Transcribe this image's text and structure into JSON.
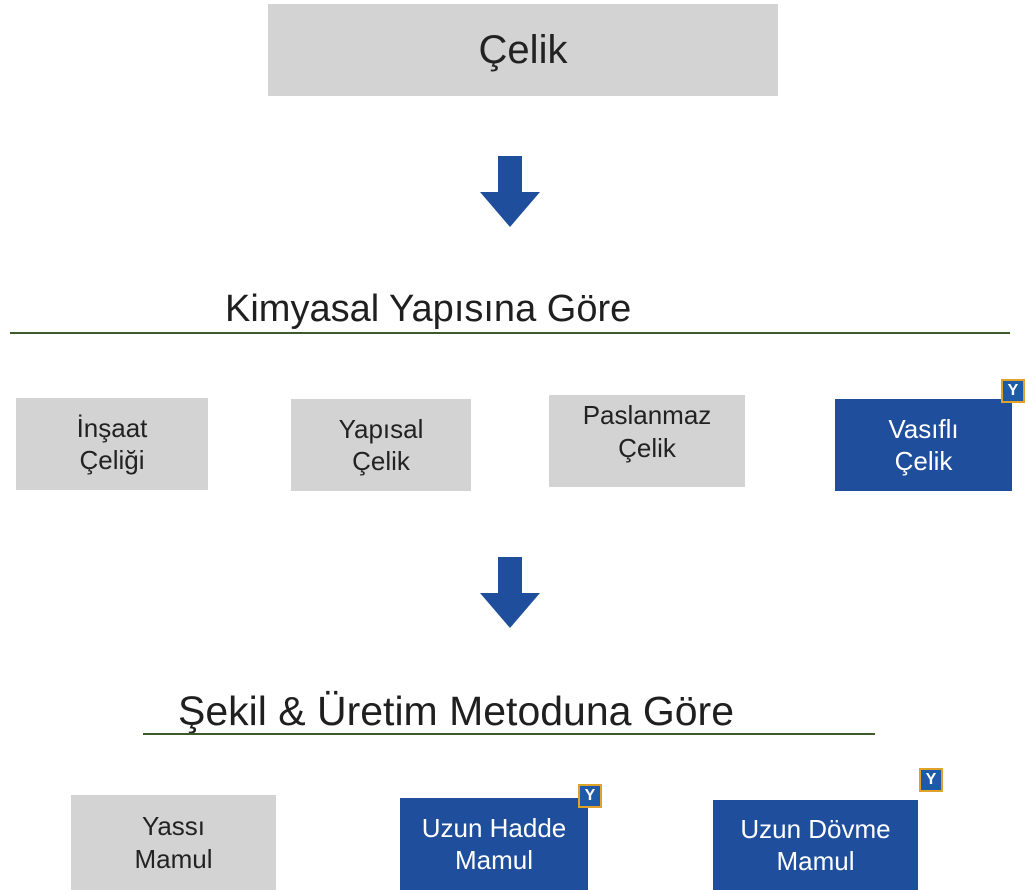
{
  "top": {
    "label": "Çelik"
  },
  "section1": {
    "title": "Kimyasal Yapısına Göre"
  },
  "chemical_types": [
    {
      "line1": "İnşaat",
      "line2": "Çeliği"
    },
    {
      "line1": "Yapısal",
      "line2": "Çelik"
    },
    {
      "line1": "Paslanmaz",
      "line2": "Çelik"
    },
    {
      "line1": "Vasıflı",
      "line2": "Çelik"
    }
  ],
  "section2": {
    "title": "Şekil & Üretim Metoduna Göre"
  },
  "product_types": [
    {
      "line1": "Yassı",
      "line2": "Mamul"
    },
    {
      "line1": "Uzun Hadde",
      "line2": "Mamul"
    },
    {
      "line1": "Uzun Dövme",
      "line2": "Mamul"
    }
  ],
  "badge_glyph": "Y",
  "colors": {
    "gray_box": "#d3d3d3",
    "blue_box": "#1f4e9c",
    "arrow": "#1f4e9c",
    "rule": "#3d5a2a",
    "badge_border": "#e2a12c"
  }
}
